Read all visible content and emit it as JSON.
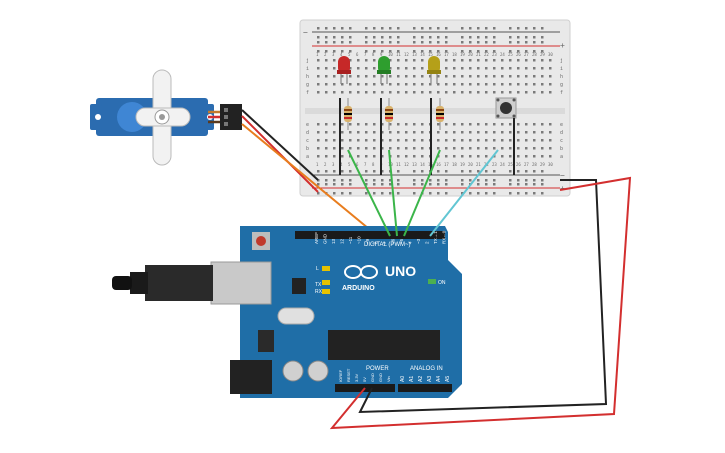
{
  "board": {
    "logo_text": "ARDUINO",
    "model_text": "UNO",
    "digital_label": "DIGITAL (PWM~)",
    "analog_label": "ANALOG IN",
    "power_label": "POWER",
    "on_label": "ON",
    "tx_label": "TX",
    "rx_label": "RX",
    "l_label": "L",
    "aref_label": "AREF",
    "gnd_label": "GND",
    "digital_pins": [
      "13",
      "12",
      "~11",
      "~10",
      "~9",
      "8",
      "7",
      "~6",
      "~5",
      "4",
      "~3",
      "2",
      "TX→1",
      "RX←0"
    ],
    "analog_pins": [
      "A0",
      "A1",
      "A2",
      "A3",
      "A4",
      "A5"
    ],
    "power_pins": [
      "IOREF",
      "RESET",
      "3.3V",
      "5V",
      "GND",
      "GND",
      "Vin"
    ]
  },
  "breadboard": {
    "top_row_letters": [
      "j",
      "i",
      "h",
      "g",
      "f"
    ],
    "bottom_row_letters": [
      "e",
      "d",
      "c",
      "b",
      "a"
    ],
    "rail_minus": "−",
    "rail_plus": "+",
    "column_numbers": [
      "1",
      "2",
      "3",
      "4",
      "5",
      "6",
      "7",
      "8",
      "9",
      "10",
      "11",
      "12",
      "13",
      "14",
      "15",
      "16",
      "17",
      "18",
      "19",
      "20",
      "21",
      "22",
      "23",
      "24",
      "25",
      "26",
      "27",
      "28",
      "29",
      "30"
    ]
  },
  "components": {
    "leds": [
      {
        "name": "red-led",
        "color": "#c62828"
      },
      {
        "name": "green-led",
        "color": "#2e9e2e"
      },
      {
        "name": "yellow-led",
        "color": "#b5a019"
      }
    ],
    "servo_color": "#2b6cb0",
    "button": "pushbutton"
  },
  "wires": {
    "green": "#3bb54a",
    "orange": "#e87d1e",
    "cyan": "#62c6d3",
    "red": "#d32f2f",
    "black": "#222222"
  }
}
